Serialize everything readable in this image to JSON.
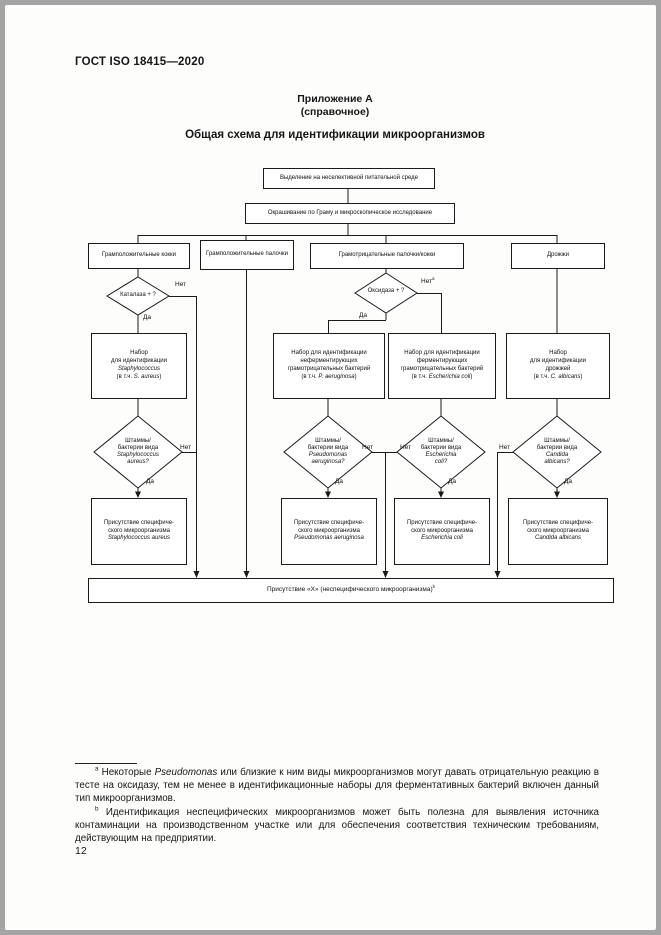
{
  "page": {
    "doc_code": "ГОСТ ISO 18415—2020",
    "annex_label": "Приложение А",
    "annex_type": "(справочное)",
    "title": "Общая схема для идентификации микроорганизмов",
    "page_number": "12"
  },
  "flowchart": {
    "isolation": "Выделение на неселективной питательной среде",
    "gram_stain": "Окрашивание по Граму и микроскопическое исследование",
    "branch_cocci": "Грамположительные кокки",
    "branch_rods": "Грамположительные палочки",
    "branch_gram_neg": "Грамотрицательные палочки/кокки",
    "branch_yeast": "Дрожжи",
    "catalase_q": "Каталаза + ?",
    "oxidase_q": "Оксидаза + ?",
    "yes": "Да",
    "no": "Нет",
    "sup_a": "a",
    "kit_staph": {
      "l1": "Набор",
      "l2": "для идентификации",
      "l3_species": "Staphylococcus",
      "l4_pre": "(в т.ч. ",
      "l4_species": "S. aureus",
      "l4_post": ")"
    },
    "kit_nonferm": {
      "l1": "Набор для идентификации",
      "l2": "неферментирующих",
      "l3": "грамотрицательных бактерий",
      "l4_pre": "(в т.ч. ",
      "l4_species": "P. aeruginosa",
      "l4_post": ")"
    },
    "kit_ferm": {
      "l1": "Набор для идентификации",
      "l2": "ферментирующих",
      "l3": "грамотрицательных бактерий",
      "l4_pre": "(в т.ч. ",
      "l4_species": "Escherichia coli",
      "l4_post": ")"
    },
    "kit_yeast": {
      "l1": "Набор",
      "l2": "для идентификации",
      "l3": "дрожжей",
      "l4_pre": "(в т.ч. ",
      "l4_species": "C. albicans",
      "l4_post": ")"
    },
    "d_staph": {
      "l1": "Штаммы/",
      "l2": "бактерии вида",
      "sp1": "Staphylococcus",
      "sp2": "aureus?"
    },
    "d_pseudo": {
      "l1": "Штаммы/",
      "l2": "бактерии вида",
      "sp1": "Pseudomonas",
      "sp2": "aeruginosa?"
    },
    "d_ecoli": {
      "l1": "Штаммы/",
      "l2": "бактерии вида",
      "sp1": "Escherichia",
      "sp2": "coli?"
    },
    "d_candida": {
      "l1": "Штаммы/",
      "l2": "бактерии вида",
      "sp1": "Candida",
      "sp2": "albicans?"
    },
    "res_staph": {
      "l1": "Присутствие специфиче-",
      "l2": "ского микроорганизма",
      "species": "Staphylococcus aureus"
    },
    "res_pseudo": {
      "l1": "Присутствие специфиче-",
      "l2": "ского микроорганизма",
      "species": "Pseudomonas aeruginosa"
    },
    "res_ecoli": {
      "l1": "Присутствие специфиче-",
      "l2": "ского микроорганизма",
      "species": "Escherichia coli"
    },
    "res_candida": {
      "l1": "Присутствие специфиче-",
      "l2": "ского микроорганизма",
      "species": "Candida albicans"
    },
    "final_text": "Присутствие «X» (неспецифического микроорганизма)",
    "final_sup": "b"
  },
  "footnotes": {
    "a_marker": "a",
    "a_pre": " Некоторые ",
    "a_italic": "Pseudomonas",
    "a_rest": " или близкие к ним виды микроорганизмов могут давать отрицательную реакцию в тесте на оксидазу, тем не менее в идентификационные наборы для ферментативных бактерий включен данный тип микроорганизмов.",
    "b_marker": "b",
    "b_text": " Идентификация неспецифических микроорганизмов может быть полезна для выявления источника контаминации на производственном участке или для обеспечения соответствия техническим требованиям, действующим на предприятии."
  }
}
